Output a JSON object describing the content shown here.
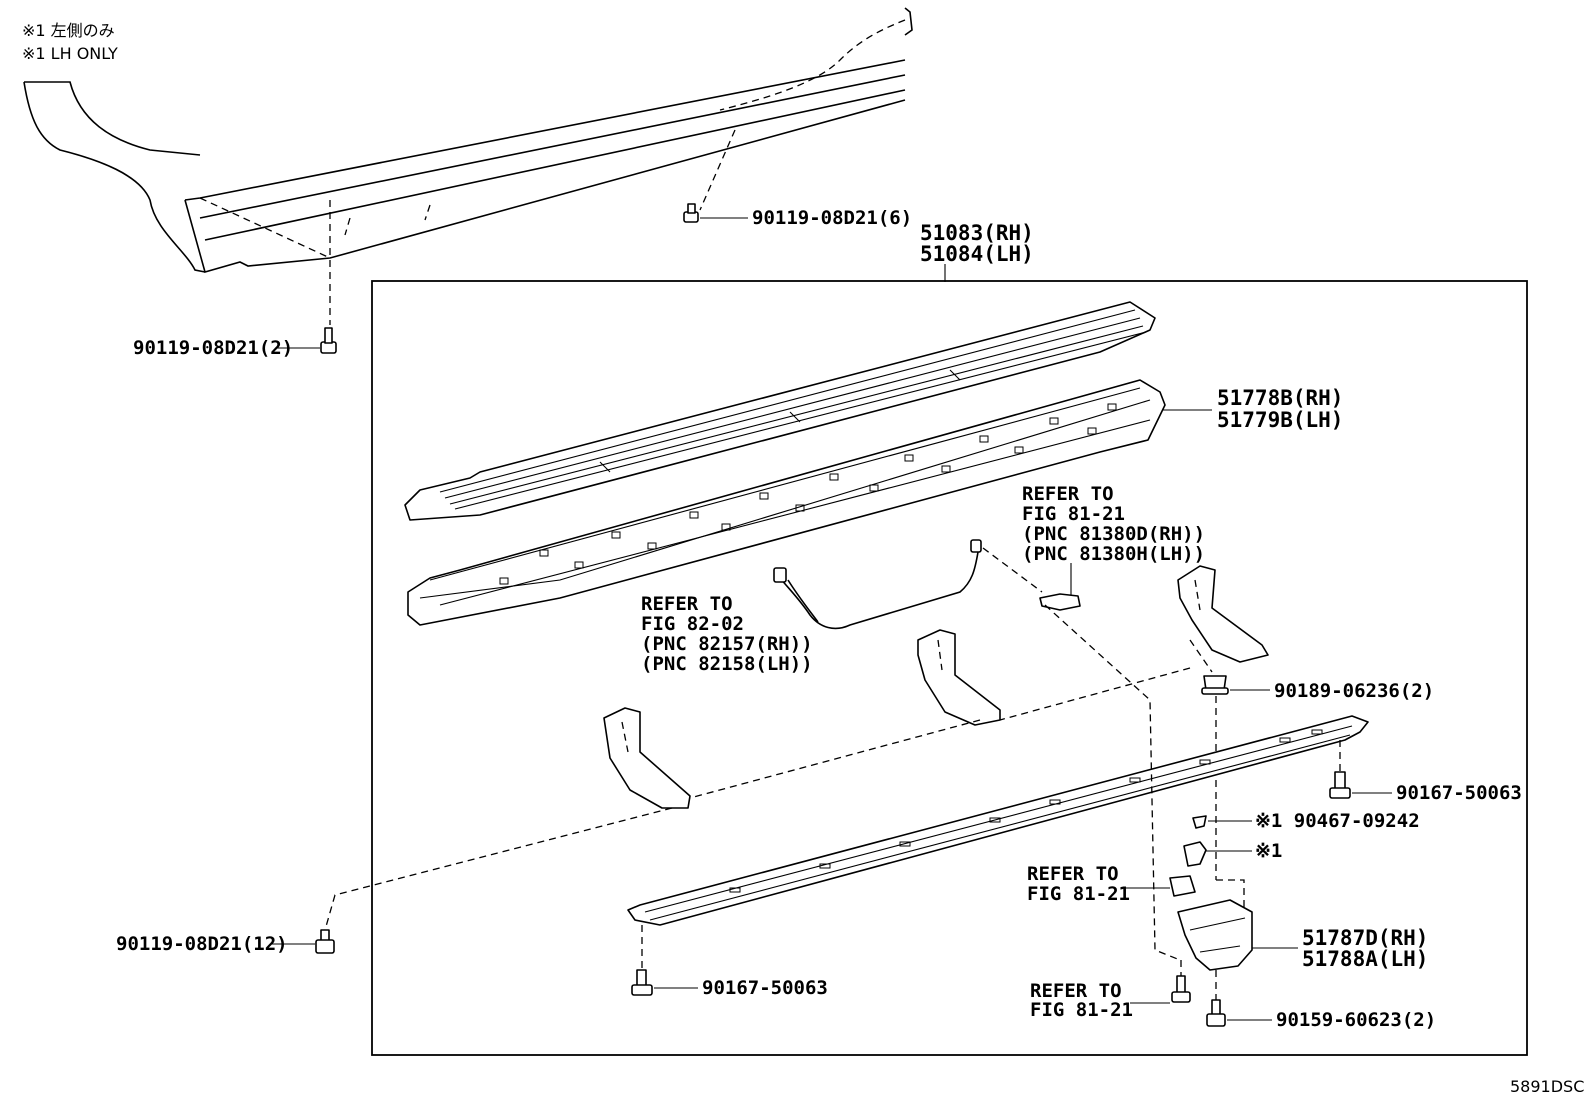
{
  "notes": {
    "line1": "※1 左側のみ",
    "line2": "※1 LH ONLY"
  },
  "labels": {
    "bolt_upper_6": "90119-08D21(6)",
    "bolt_left_2": "90119-08D21(2)",
    "step_assy_rh": "51083(RH)",
    "step_assy_lh": "51084(LH)",
    "step_cover_rh": "51778B(RH)",
    "step_cover_lh": "51779B(LH)",
    "refer_fig_81_21_a": "REFER TO",
    "refer_fig_81_21_b": "FIG 81-21",
    "refer_fig_81_21_c": "(PNC 81380D(RH))",
    "refer_fig_81_21_d": "(PNC 81380H(LH))",
    "refer_fig_82_02_a": "REFER TO",
    "refer_fig_82_02_b": "FIG 82-02",
    "refer_fig_82_02_c": "(PNC 82157(RH))",
    "refer_fig_82_02_d": "(PNC 82158(LH))",
    "clip_90189": "90189-06236(2)",
    "screw_90167_right": "90167-50063",
    "clip_90467": "※1 90467-09242",
    "mark_1": "※1",
    "refer_fig_81_21_mid_a": "REFER TO",
    "refer_fig_81_21_mid_b": "FIG 81-21",
    "bolt_left_12": "90119-08D21(12)",
    "screw_90167_bottom": "90167-50063",
    "bracket_rh": "51787D(RH)",
    "bracket_lh": "51788A(LH)",
    "refer_fig_81_21_low_a": "REFER TO",
    "refer_fig_81_21_low_b": "FIG 81-21",
    "bolt_90159": "90159-60623(2)",
    "diagram_code": "5891DSC"
  }
}
